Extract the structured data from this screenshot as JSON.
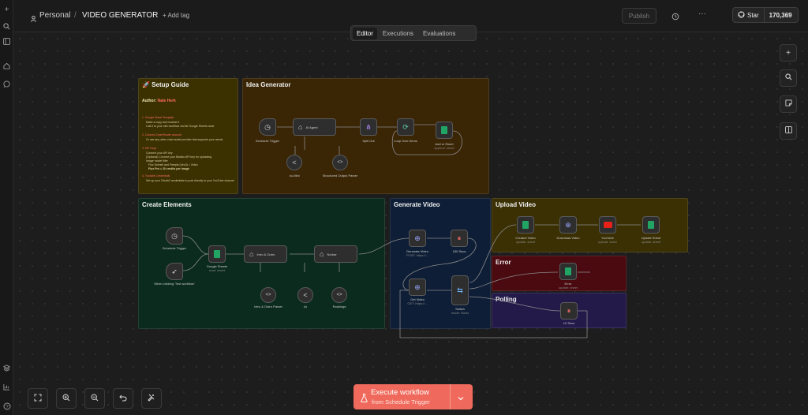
{
  "sidebar": {
    "icons": [
      "plus-icon",
      "search-icon",
      "panel-icon",
      "home-icon",
      "chat-icon",
      "templates-icon",
      "insights-icon",
      "help-icon"
    ]
  },
  "header": {
    "project": "Personal",
    "separator": "/",
    "workflow_name": "VIDEO GENERATOR",
    "add_tag": "+ Add tag",
    "publish": "Publish",
    "more": "···",
    "github_star": "Star",
    "star_count": "170,369"
  },
  "tabs": [
    {
      "label": "Editor",
      "active": true
    },
    {
      "label": "Executions",
      "active": false
    },
    {
      "label": "Evaluations",
      "active": false
    }
  ],
  "stickies": {
    "setup": {
      "title": "🚀 Setup Guide",
      "author_label": "Author:",
      "author_name": "Nate Herk",
      "lines": [
        "1. Google Sheet Template",
        "Make a copy and rename it",
        "Link it to your n8n workflow via the Google Sheets node",
        "2. Connect OpenRouter account",
        "Or use any other chat model provider that supports your needs",
        "3. API Keys",
        "Connect your API key",
        "(Optional) Connect your Blotato API key for uploading",
        "Image model filter",
        "Flux Schnell and Freepik (Veo3) = Video",
        "Flux Pro = 20 credits per image",
        "4. Youtube Credentials",
        "Set up your OAuth2 credentials to post directly to your YouTube channel"
      ]
    },
    "idea": {
      "title": "Idea Generator"
    },
    "create": {
      "title": "Create Elements"
    },
    "generate": {
      "title": "Generate Video"
    },
    "upload": {
      "title": "Upload Video"
    },
    "error": {
      "title": "Error"
    },
    "polling": {
      "title": "Polling"
    }
  },
  "nodes": {
    "idea_trigger": {
      "label": "Schedule Trigger"
    },
    "idea_agent": {
      "label": "AI Agent"
    },
    "idea_split": {
      "label": "Split Out"
    },
    "idea_loop": {
      "label": "Loop Over Items"
    },
    "idea_add_sheet": {
      "label": "Add to Sheet",
      "sub": "append: sheet"
    },
    "idea_model": {
      "label": "4o-Mini"
    },
    "idea_parser": {
      "label": "Structured Output Parser"
    },
    "ce_schedule": {
      "label": "Schedule Trigger"
    },
    "ce_manual": {
      "label": "When clicking 'Test workflow'"
    },
    "ce_sheets": {
      "label": "Google Sheets",
      "sub": "read: sheet"
    },
    "ce_intro": {
      "label": "Intro & Outro"
    },
    "ce_norbar": {
      "label": "Norbar"
    },
    "ce_intro_parser": {
      "label": "Intro & Outro Parser"
    },
    "ce_4o": {
      "label": "4o"
    },
    "ce_rankings": {
      "label": "Rankings"
    },
    "gv_generate": {
      "label": "Generate Video",
      "sub": "POST: https://..."
    },
    "gv_wait": {
      "label": "150 Secs"
    },
    "gv_get": {
      "label": "Get Video",
      "sub": "GET: https://..."
    },
    "gv_switch": {
      "label": "Switch",
      "sub": "mode: Rules"
    },
    "uv_created": {
      "label": "Created Video",
      "sub": "update: sheet"
    },
    "uv_download": {
      "label": "Download Video"
    },
    "uv_youtube": {
      "label": "YouTube",
      "sub": "upload: video"
    },
    "uv_update": {
      "label": "Update Sheet",
      "sub": "update: sheet"
    },
    "err_error": {
      "label": "Error",
      "sub": "update: sheet"
    },
    "poll_wait": {
      "label": "10 Secs"
    }
  },
  "canvas_controls": [
    "plus-icon",
    "search-icon",
    "sticky-note-icon",
    "panel-icon"
  ],
  "bottom_controls": [
    "fit-view-icon",
    "zoom-in-icon",
    "zoom-out-icon",
    "undo-icon",
    "tidy-up-icon"
  ],
  "execute": {
    "label": "Execute workflow",
    "sub": "from Schedule Trigger"
  },
  "colors": {
    "setup": "#3a3000",
    "idea": "#3a2505",
    "create": "#0b2b1f",
    "generate": "#0e1e36",
    "upload": "#3b3004",
    "error": "#4a0a10",
    "polling": "#231a4a",
    "accent": "#ef6a5c"
  }
}
